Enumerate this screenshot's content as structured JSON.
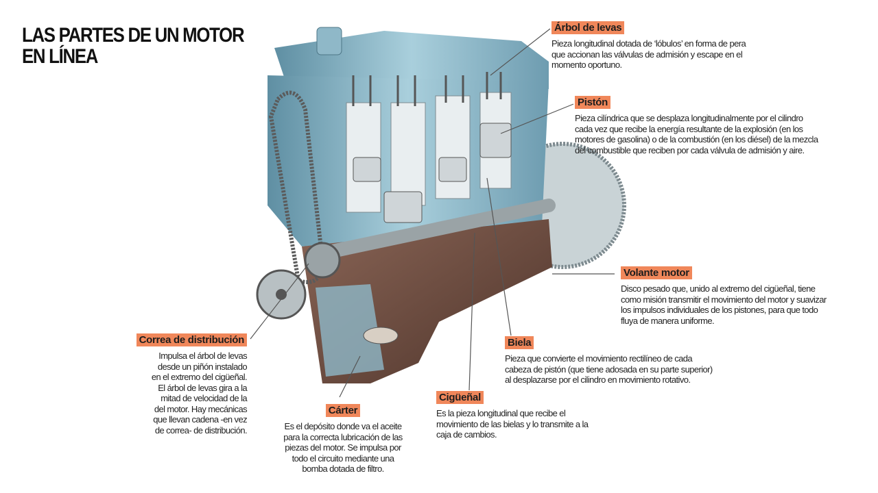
{
  "title": {
    "line1": "LAS PARTES DE UN MOTOR",
    "line2": "EN LÍNEA"
  },
  "parts": {
    "arbol": {
      "label": "Árbol de levas",
      "desc": [
        "Pieza longitudinal dotada de ‘lóbulos’ en forma de pera",
        "que accionan las válvulas de admisión y escape en el",
        "momento oportuno."
      ]
    },
    "piston": {
      "label": "Pistón",
      "desc": [
        "Pieza cilíndrica que se desplaza longitudinalmente por el cilindro",
        "cada vez que recibe la energía resultante de la explosión (en los",
        "motores de gasolina) o de la combustión (en los diésel) de la mezcla",
        "del combustible que reciben por cada válvula de admisión y aire."
      ]
    },
    "volante": {
      "label": "Volante motor",
      "desc": [
        "Disco pesado que, unido al extremo del cigüeñal, tiene",
        "como misión transmitir el movimiento del motor y suavizar",
        "los impulsos individuales de los pistones, para que todo",
        "fluya de manera uniforme."
      ]
    },
    "biela": {
      "label": "Biela",
      "desc": [
        "Pieza que convierte el movimiento rectilíneo de cada",
        "cabeza de pistón (que tiene adosada en su parte superior)",
        "al desplazarse por el cilindro en movimiento rotativo."
      ]
    },
    "ciguenal": {
      "label": "Cigüeñal",
      "desc": [
        "Es la pieza longitudinal que recibe el",
        "movimiento de las bielas y lo transmite a la",
        "caja de cambios."
      ]
    },
    "carter": {
      "label": "Cárter",
      "desc": [
        "Es el depósito donde va el aceite",
        "para la correcta lubricación de las",
        "piezas del motor. Se impulsa por",
        "todo el circuito mediante una",
        "bomba dotada de filtro."
      ]
    },
    "correa": {
      "label": "Correa de distribución",
      "desc": [
        "Impulsa el árbol de levas",
        "desde un piñón instalado",
        "en el extremo del cigüeñal.",
        "El árbol de levas gira a la",
        "mitad de velocidad de la",
        "del motor. Hay mecánicas",
        "que llevan cadena -en vez",
        "de correa- de distribución."
      ]
    }
  },
  "colors": {
    "label_bg": "#f0875a",
    "block": "#8fb8c8",
    "pan": "#6b4a3e"
  }
}
